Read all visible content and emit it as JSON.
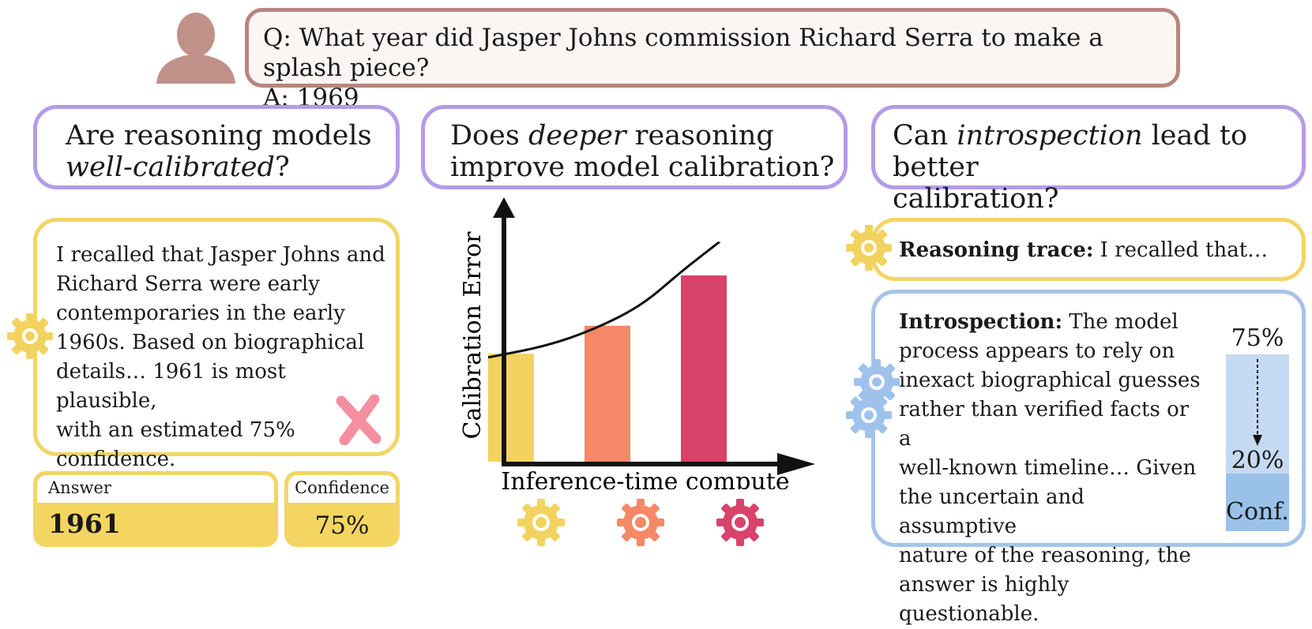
{
  "qa": {
    "question": "Q: What year did Jasper Johns commission Richard Serra to make a splash piece?",
    "answer": "A: 1969"
  },
  "questions": {
    "q1_line1": "Are reasoning models",
    "q1_line2_em": "well-calibrated",
    "q1_line2_rest": "?",
    "q2_line1_pre": "Does ",
    "q2_line1_em": "deeper",
    "q2_line1_post": " reasoning",
    "q2_line2": "improve model calibration?",
    "q3_line1_pre": "Can ",
    "q3_line1_em": "introspection",
    "q3_line1_post": " lead to better",
    "q3_line2": "calibration?"
  },
  "trace": {
    "lines": [
      "I recalled that Jasper Johns and",
      "Richard Serra were early",
      "contemporaries in the early",
      "1960s. Based on biographical",
      "details… 1961 is most plausible,",
      "with an estimated 75%",
      "confidence."
    ]
  },
  "answer_box": {
    "label": "Answer",
    "value": "1961"
  },
  "confidence_box": {
    "label": "Confidence",
    "value": "75%"
  },
  "chart_data": {
    "type": "bar",
    "categories": [
      "",
      "",
      ""
    ],
    "values": [
      58,
      73,
      100
    ],
    "colors": [
      "#f3d35f",
      "#f58866",
      "#d8436a"
    ],
    "trend_curve": [
      [
        0.0,
        56
      ],
      [
        0.3,
        62
      ],
      [
        0.55,
        71
      ],
      [
        0.8,
        84
      ],
      [
        1.0,
        102
      ],
      [
        1.2,
        118
      ]
    ],
    "xlabel": "Inference-time compute",
    "ylabel": "Calibration Error",
    "ylim": [
      0,
      125
    ],
    "grid": false
  },
  "reasoning_trace": {
    "label": "Reasoning trace:",
    "text": " I recalled that…"
  },
  "introspection": {
    "label": "Introspection:",
    "first_line_rest": " The model",
    "lines": [
      "process appears to rely on",
      "inexact biographical guesses",
      "rather than verified facts or a",
      "well-known timeline… Given",
      "the uncertain and assumptive",
      "nature of the reasoning, the",
      "answer is highly questionable."
    ]
  },
  "confidence_shift": {
    "before": "75%",
    "after": "20%",
    "tag": "Conf.",
    "before_value": 0.75,
    "after_value": 0.2
  },
  "colors": {
    "user": "#c09188",
    "qa_border": "#b9857f",
    "question_border": "#b39ce8",
    "trace_border": "#f2d565",
    "gear_yellow": "#f3d35f",
    "gear_orange": "#f58866",
    "gear_red": "#d8436a",
    "gear_blue": "#9ec2ec",
    "cross": "#f48fa0"
  }
}
